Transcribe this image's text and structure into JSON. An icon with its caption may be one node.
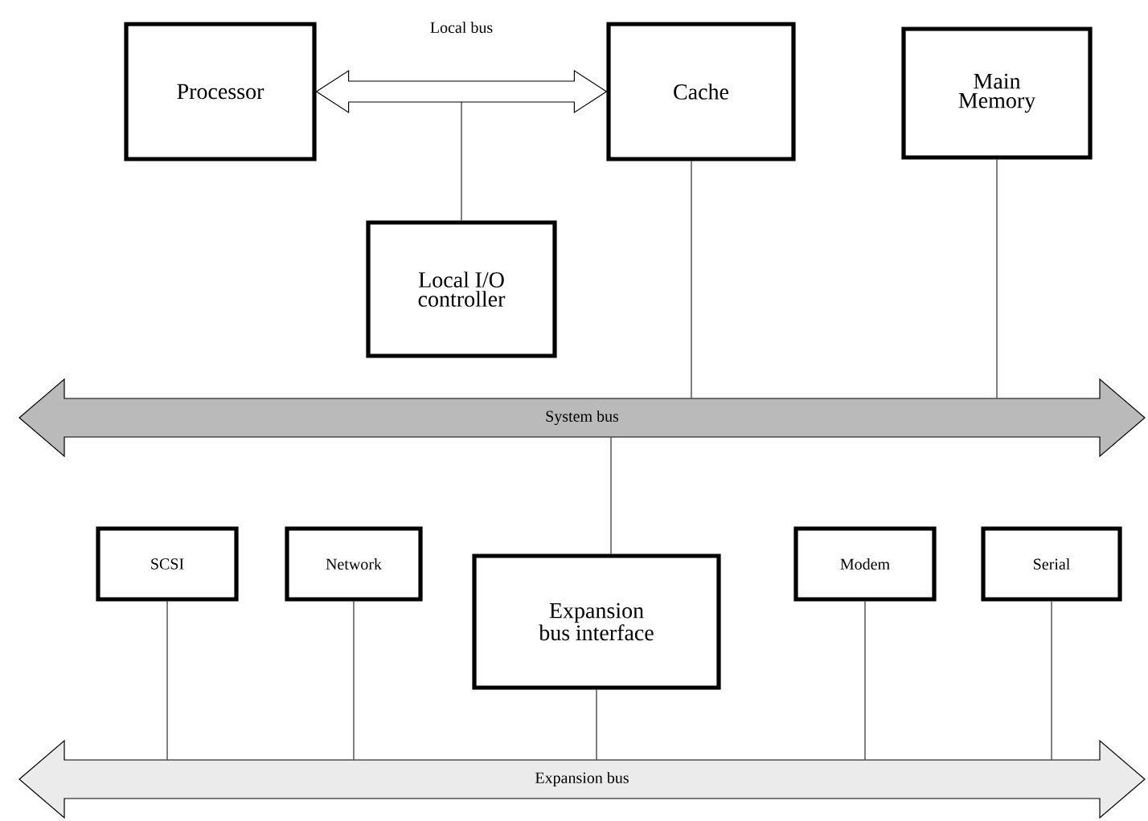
{
  "diagram": {
    "nodes": [
      {
        "text": [
          "Processor"
        ]
      },
      {
        "text": [
          "Cache"
        ]
      },
      {
        "text": [
          "Main Memory"
        ]
      },
      {
        "text": [
          "Local I/O controller"
        ]
      },
      {
        "text": [
          "System bus"
        ]
      },
      {
        "text": [
          "SCSI"
        ]
      },
      {
        "text": [
          "Network"
        ]
      },
      {
        "text": [
          "Expansion bus interface"
        ]
      },
      {
        "text": [
          "Modem"
        ]
      },
      {
        "text": [
          "Serial"
        ]
      },
      {
        "text": [
          "Expansion bus"
        ]
      }
    ],
    "edges": [
      {
        "from": 0,
        "to": 1,
        "arrow": "both",
        "label": "Local bus",
        "style": "thick"
      },
      {
        "from": 3,
        "to": null,
        "arrow": "none"
      },
      {
        "from": 1,
        "to": 4,
        "arrow": "none"
      },
      {
        "from": 2,
        "to": 4,
        "arrow": "none"
      },
      {
        "from": 4,
        "to": 7,
        "arrow": "none"
      },
      {
        "from": 5,
        "to": 10,
        "arrow": "none"
      },
      {
        "from": 6,
        "to": 10,
        "arrow": "none"
      },
      {
        "from": 7,
        "to": 10,
        "arrow": "none"
      },
      {
        "from": 8,
        "to": 10,
        "arrow": "none"
      },
      {
        "from": 9,
        "to": 10,
        "arrow": "none"
      }
    ]
  }
}
